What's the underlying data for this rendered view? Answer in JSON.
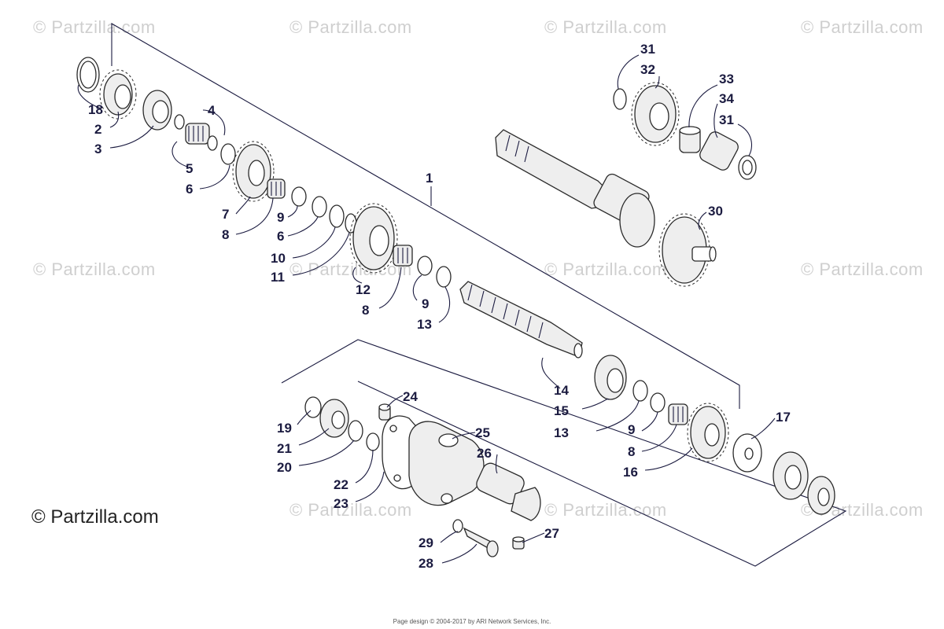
{
  "watermark_text": "© Partzilla.com",
  "brand_text": "© Partzilla.com",
  "footer_text": "Page design © 2004-2017 by ARI Network Services, Inc.",
  "callouts": {
    "c1": "1",
    "c2": "2",
    "c3": "3",
    "c4": "4",
    "c5": "5",
    "c6a": "6",
    "c6b": "6",
    "c7": "7",
    "c8a": "8",
    "c8b": "8",
    "c8c": "8",
    "c9a": "9",
    "c9b": "9",
    "c9c": "9",
    "c10": "10",
    "c11": "11",
    "c12": "12",
    "c13a": "13",
    "c13b": "13",
    "c14": "14",
    "c15": "15",
    "c16": "16",
    "c17": "17",
    "c18": "18",
    "c19": "19",
    "c20": "20",
    "c21": "21",
    "c22": "22",
    "c23": "23",
    "c24": "24",
    "c25": "25",
    "c26": "26",
    "c27": "27",
    "c28": "28",
    "c29": "29",
    "c30": "30",
    "c31a": "31",
    "c31b": "31",
    "c32": "32",
    "c33": "33",
    "c34": "34"
  }
}
